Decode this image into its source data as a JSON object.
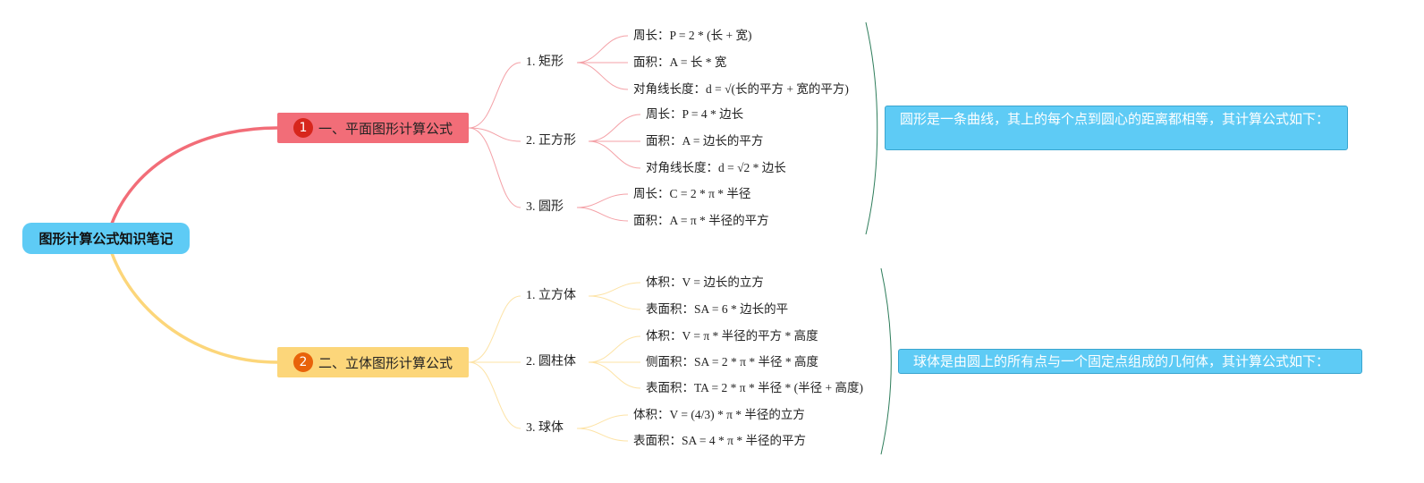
{
  "root": {
    "label": "图形计算公式知识笔记",
    "color": "#5ecbf5"
  },
  "branches": [
    {
      "badge": "1",
      "label": "一、平面图形计算公式",
      "color": "#f26d78",
      "subs": [
        {
          "label": "1. 矩形",
          "leaves": [
            "周长：P = 2 * (长 + 宽)",
            "面积：A = 长 * 宽",
            "对角线长度：d = √(长的平方 + 宽的平方)"
          ]
        },
        {
          "label": "2. 正方形",
          "leaves": [
            "周长：P = 4 * 边长",
            "面积：A = 边长的平方",
            "对角线长度：d = √2 * 边长"
          ]
        },
        {
          "label": "3. 圆形",
          "leaves": [
            "周长：C = 2 * π * 半径",
            "面积：A = π * 半径的平方"
          ]
        }
      ],
      "note": "圆形是一条曲线，其上的每个点到圆心的距离都相等，其计算公式如下：",
      "note_color": "#5ecbf5"
    },
    {
      "badge": "2",
      "label": "二、立体图形计算公式",
      "color": "#fcd67a",
      "subs": [
        {
          "label": "1. 立方体",
          "leaves": [
            "体积：V = 边长的立方",
            "表面积：SA = 6 * 边长的平"
          ]
        },
        {
          "label": "2. 圆柱体",
          "leaves": [
            "体积：V = π * 半径的平方 * 高度",
            "侧面积：SA = 2 * π * 半径 * 高度",
            "表面积：TA = 2 * π * 半径 * (半径 + 高度)"
          ]
        },
        {
          "label": "3. 球体",
          "leaves": [
            "体积：V = (4/3) * π * 半径的立方",
            "表面积：SA = 4 * π * 半径的平方"
          ]
        }
      ],
      "note": "球体是由圆上的所有点与一个固定点组成的几何体，其计算公式如下：",
      "note_color": "#5ecbf5"
    }
  ]
}
